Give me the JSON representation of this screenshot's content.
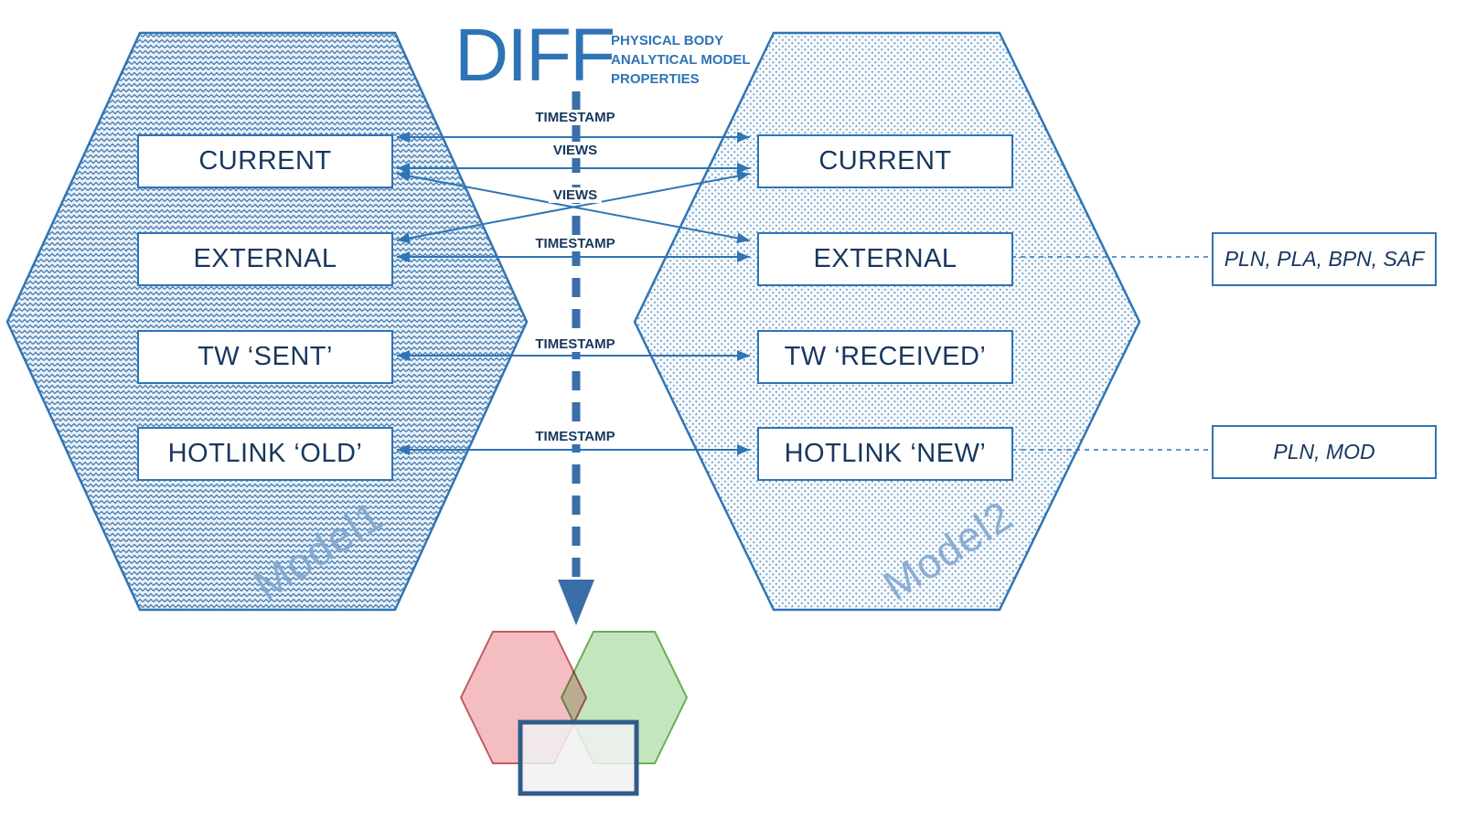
{
  "diagram": {
    "title": "DIFF",
    "subtitle_lines": [
      "PHYSICAL BODY",
      "ANALYTICAL MODEL",
      "PROPERTIES"
    ],
    "model1": {
      "label": "Model1",
      "boxes": [
        "CURRENT",
        "EXTERNAL",
        "TW ‘SENT’",
        "HOTLINK ‘OLD’"
      ]
    },
    "model2": {
      "label": "Model2",
      "boxes": [
        "CURRENT",
        "EXTERNAL",
        "TW ‘RECEIVED’",
        "HOTLINK ‘NEW’"
      ]
    },
    "arrow_labels": {
      "current_timestamp": "TIMESTAMP",
      "current_views": "VIEWS",
      "cross_views": "VIEWS",
      "external_timestamp": "TIMESTAMP",
      "tw_timestamp": "TIMESTAMP",
      "hotlink_timestamp": "TIMESTAMP"
    },
    "annotations": {
      "external_properties": "PLN, PLA, BPN, SAF",
      "hotlink_properties": "PLN, MOD"
    },
    "colors": {
      "primary_blue": "#2E75B6",
      "dark_text_blue": "#17375E",
      "title_blue": "#2E74B5",
      "flow_line_blue": "#3A6EA8",
      "model_label_blue": "#7EA6CE",
      "venn_pink_fill": "#F0ACB2",
      "venn_pink_border": "#C05C60",
      "venn_green_fill": "#B5E0AE",
      "venn_green_border": "#6AAE53",
      "venn_rect_border": "#2E5C8A"
    }
  }
}
